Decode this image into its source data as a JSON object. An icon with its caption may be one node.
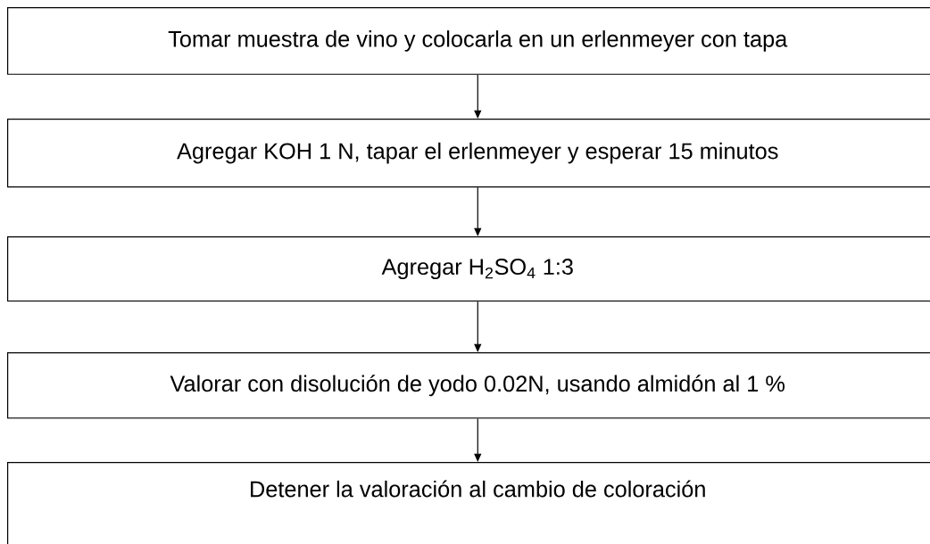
{
  "diagram": {
    "nodes": [
      {
        "text": [
          "Tomar muestra de vino y colocarla en un erlenmeyer con tapa"
        ]
      },
      {
        "text": [
          "Agregar KOH 1 N, tapar el erlenmeyer y esperar 15 minutos"
        ]
      },
      {
        "text": [
          "Agregar H$_{2}$SO$_{4}$ 1:3"
        ]
      },
      {
        "text": [
          "Valorar con disolución de yodo 0.02N, usando almidón al 1 %"
        ]
      },
      {
        "text": [
          "Detener la valoración al cambio de coloración"
        ]
      }
    ],
    "edges": [
      {
        "from": 0,
        "to": 1,
        "arrow": "to"
      },
      {
        "from": 1,
        "to": 2,
        "arrow": "to"
      },
      {
        "from": 2,
        "to": 3,
        "arrow": "to"
      },
      {
        "from": 3,
        "to": 4,
        "arrow": "to"
      }
    ]
  }
}
